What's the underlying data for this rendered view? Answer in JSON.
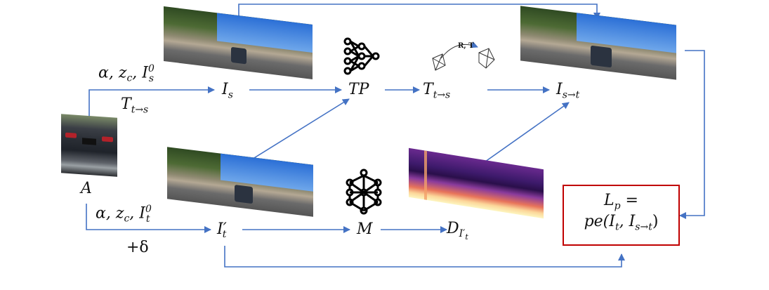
{
  "colors": {
    "arrow": "#4472c4",
    "loss_box_border": "#c00000",
    "text": "#111111"
  },
  "nodes": {
    "A": {
      "label": "A"
    },
    "I_s": {
      "label": "I",
      "sub": "s"
    },
    "TP": {
      "label": "TP"
    },
    "T": {
      "label": "T",
      "sub": "t→s"
    },
    "I_st": {
      "label": "I",
      "sub": "s→t"
    },
    "I_t_prime": {
      "label": "I′",
      "sub": "t"
    },
    "M": {
      "label": "M"
    },
    "D": {
      "label": "D",
      "sub": "I′",
      "subsub": "t"
    }
  },
  "edge_labels": {
    "top_above": {
      "text": "α, z",
      "sub": "c",
      "rest": ", I",
      "sup": "0",
      "sub2": "s"
    },
    "top_below": {
      "text": "T",
      "sub": "t→s"
    },
    "bottom_above": {
      "text": "α, z",
      "sub": "c",
      "rest": ", I",
      "sup": "0",
      "sub2": "t"
    },
    "bottom_below": {
      "text": "+δ"
    }
  },
  "pose_icon": {
    "label": "R, T"
  },
  "loss": {
    "line1": "L",
    "line1_sub": "p",
    "line1_rest": " =",
    "line2": "pe(I",
    "line2_sub1": "t",
    "line2_mid": ", I",
    "line2_sub2": "s→t",
    "line2_end": ")"
  },
  "images": {
    "car": "car-rear-photo",
    "scene_top": "street-scene-source",
    "scene_bottom": "street-scene-target-attacked",
    "scene_warped": "street-scene-warped",
    "depth": "depth-map-magma"
  }
}
